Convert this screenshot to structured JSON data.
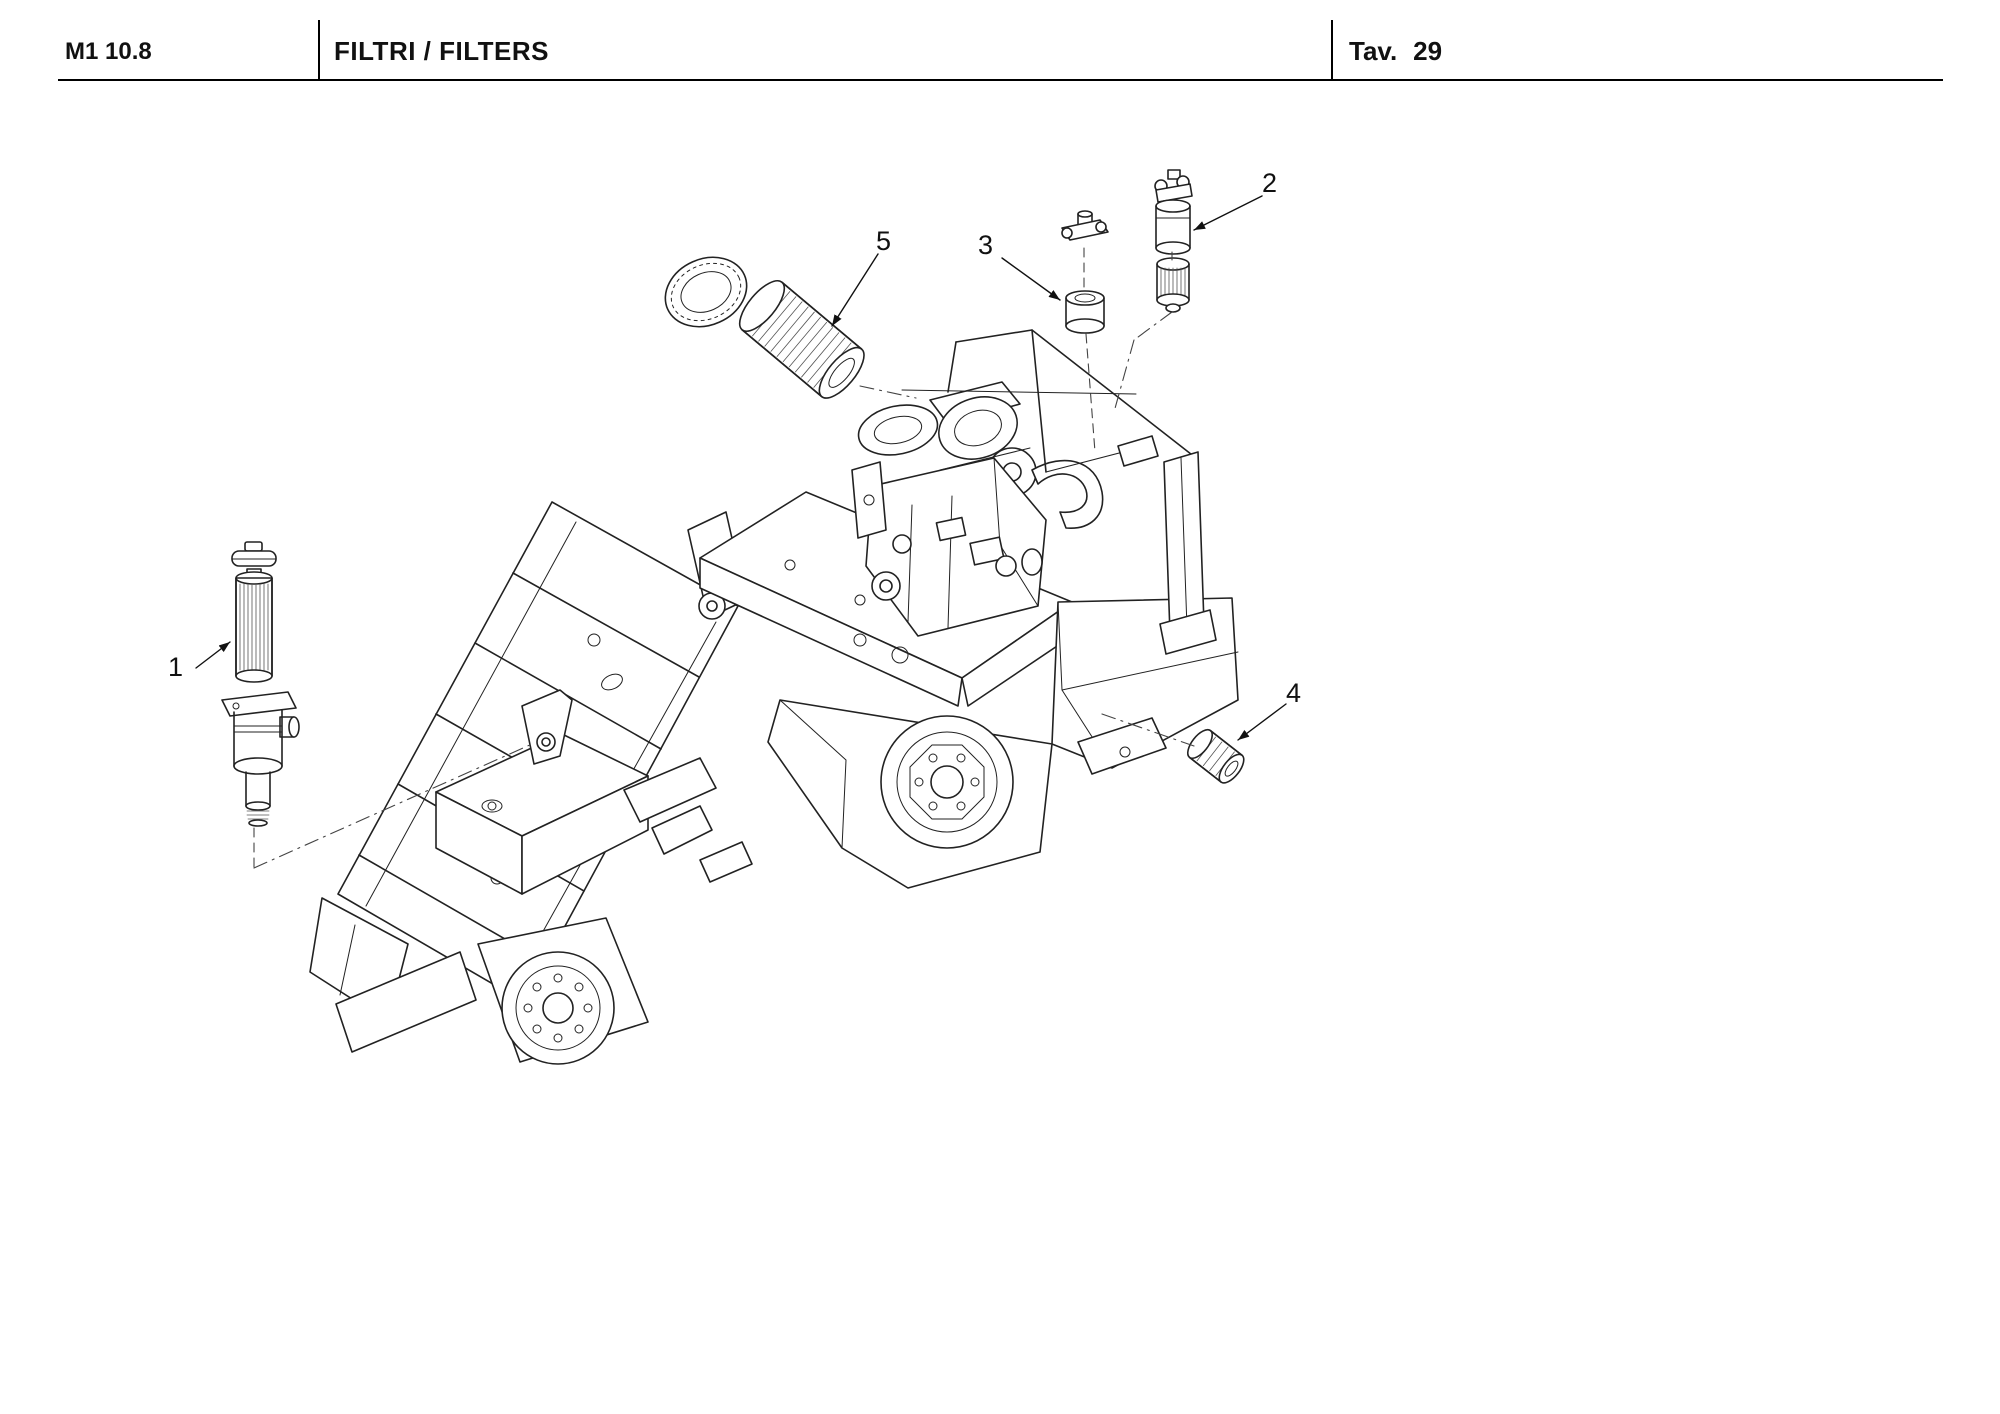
{
  "header": {
    "code": "M1 10.8",
    "title": "FILTRI / FILTERS",
    "table_label": "Tav.",
    "table_number": "29"
  },
  "callouts": [
    {
      "label": "1"
    },
    {
      "label": "2"
    },
    {
      "label": "3"
    },
    {
      "label": "4"
    },
    {
      "label": "5"
    }
  ],
  "colors": {
    "ink": "#111111",
    "line": "#222222",
    "background": "#ffffff"
  }
}
